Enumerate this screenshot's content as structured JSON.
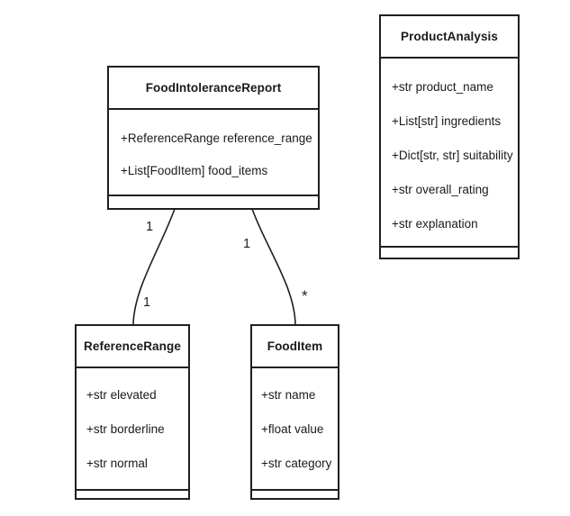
{
  "diagram": {
    "type": "uml-class-diagram",
    "colors": {
      "background": "#ffffff",
      "border": "#1f1f1f",
      "text": "#1a1a1a"
    },
    "classes": [
      {
        "name": "FoodIntoleranceReport",
        "attributes": [
          "+ReferenceRange reference_range",
          "+List[FoodItem] food_items"
        ],
        "methods": []
      },
      {
        "name": "ProductAnalysis",
        "attributes": [
          "+str product_name",
          "+List[str] ingredients",
          "+Dict[str, str] suitability",
          "+str overall_rating",
          "+str explanation"
        ],
        "methods": []
      },
      {
        "name": "ReferenceRange",
        "attributes": [
          "+str elevated",
          "+str borderline",
          "+str normal"
        ],
        "methods": []
      },
      {
        "name": "FoodItem",
        "attributes": [
          "+str name",
          "+float value",
          "+str category"
        ],
        "methods": []
      }
    ],
    "relationships": [
      {
        "from": "FoodIntoleranceReport",
        "to": "ReferenceRange",
        "multiplicity_from": "1",
        "multiplicity_to": "1"
      },
      {
        "from": "FoodIntoleranceReport",
        "to": "FoodItem",
        "multiplicity_from": "1",
        "multiplicity_to": "*"
      }
    ]
  }
}
